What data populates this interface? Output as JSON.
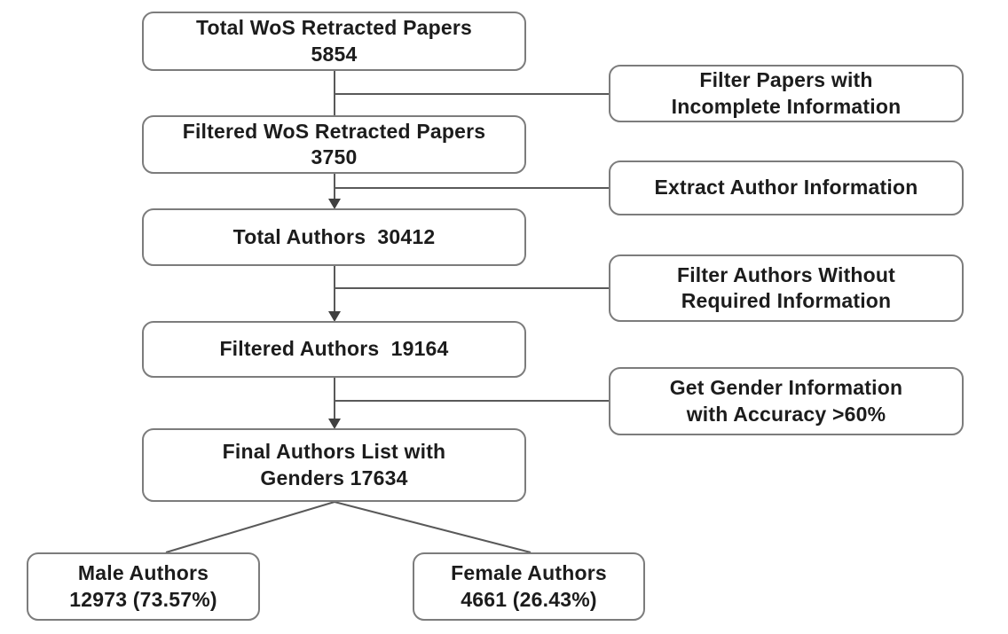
{
  "diagram": {
    "description": "Flowchart of WoS retracted papers author-gender data pipeline",
    "main_boxes": [
      {
        "line1": "Total WoS Retracted Papers",
        "line2": "5854"
      },
      {
        "line1": "Filtered WoS Retracted Papers",
        "line2": "3750"
      },
      {
        "line1": "Total Authors  30412",
        "line2": ""
      },
      {
        "line1": "Filtered Authors  19164",
        "line2": ""
      },
      {
        "line1": "Final Authors List with",
        "line2": "Genders 17634"
      }
    ],
    "side_boxes": [
      {
        "line1": "Filter Papers with",
        "line2": "Incomplete Information"
      },
      {
        "line1": "Extract Author Information",
        "line2": ""
      },
      {
        "line1": "Filter Authors Without",
        "line2": "Required Information"
      },
      {
        "line1": "Get Gender Information",
        "line2": "with Accuracy >60%"
      }
    ],
    "bottom_boxes": [
      {
        "line1": "Male Authors",
        "line2": "12973 (73.57%)"
      },
      {
        "line1": "Female Authors",
        "line2": "4661 (26.43%)"
      }
    ]
  },
  "colors": {
    "background": "#ffffff",
    "box_border": "#7c7c7c",
    "connector_line": "#595959",
    "arrowhead": "#404040",
    "text": "#1c1c1c"
  }
}
